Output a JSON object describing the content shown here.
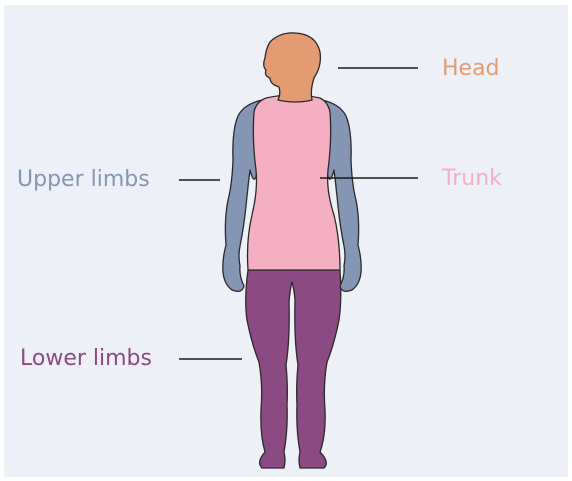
{
  "labels": {
    "head": "Head",
    "trunk": "Trunk",
    "upper_limbs": "Upper limbs",
    "lower_limbs": "Lower limbs"
  },
  "colors": {
    "background": "#edf0f7",
    "head": "#e39c72",
    "trunk": "#f4b0c2",
    "upper_limbs": "#8496b4",
    "lower_limbs": "#8b4a82",
    "outline": "#2a2a2a",
    "leader_line": "#1a1a1a"
  }
}
